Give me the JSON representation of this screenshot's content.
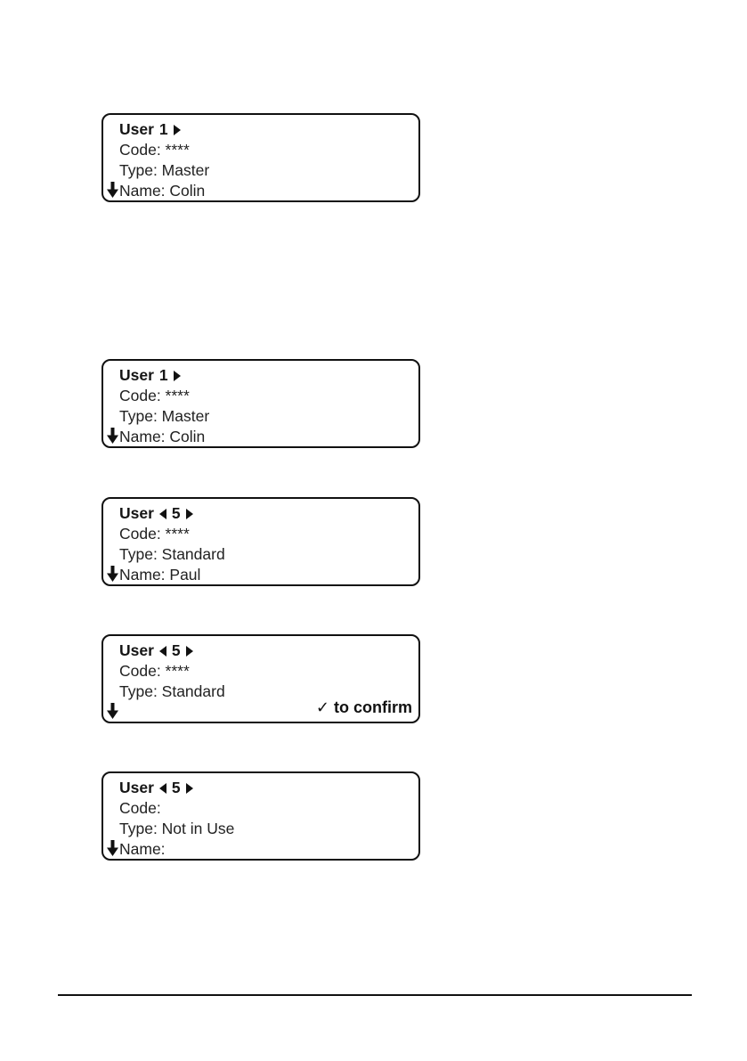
{
  "page": {
    "background": "#ffffff",
    "text_color": "#1c1c1c",
    "border_color": "#111111"
  },
  "icons": {
    "prev_user": "left-triangle",
    "next_user": "right-triangle",
    "scroll": "down-arrow",
    "confirm": "checkmark"
  },
  "screens": [
    {
      "header": {
        "label": "User",
        "number": "1",
        "show_prev": false,
        "show_next": true
      },
      "code_line": "Code: ****",
      "type_line": "Type: Master",
      "name_line": "Name: Colin",
      "confirm_hint": ""
    },
    {
      "header": {
        "label": "User",
        "number": "1",
        "show_prev": false,
        "show_next": true
      },
      "code_line": "Code: ****",
      "type_line": "Type: Master",
      "name_line": "Name: Colin",
      "confirm_hint": ""
    },
    {
      "header": {
        "label": "User",
        "number": "5",
        "show_prev": true,
        "show_next": true
      },
      "code_line": "Code: ****",
      "type_line": "Type: Standard",
      "name_line": "Name: Paul",
      "confirm_hint": ""
    },
    {
      "header": {
        "label": "User",
        "number": "5",
        "show_prev": true,
        "show_next": true
      },
      "code_line": "Code: ****",
      "type_line": "Type: Standard",
      "name_line": "",
      "confirm_hint": "✓ to confirm"
    },
    {
      "header": {
        "label": "User",
        "number": "5",
        "show_prev": true,
        "show_next": true
      },
      "code_line": "Code:",
      "type_line": "Type: Not in Use",
      "name_line": "Name:",
      "confirm_hint": ""
    }
  ]
}
